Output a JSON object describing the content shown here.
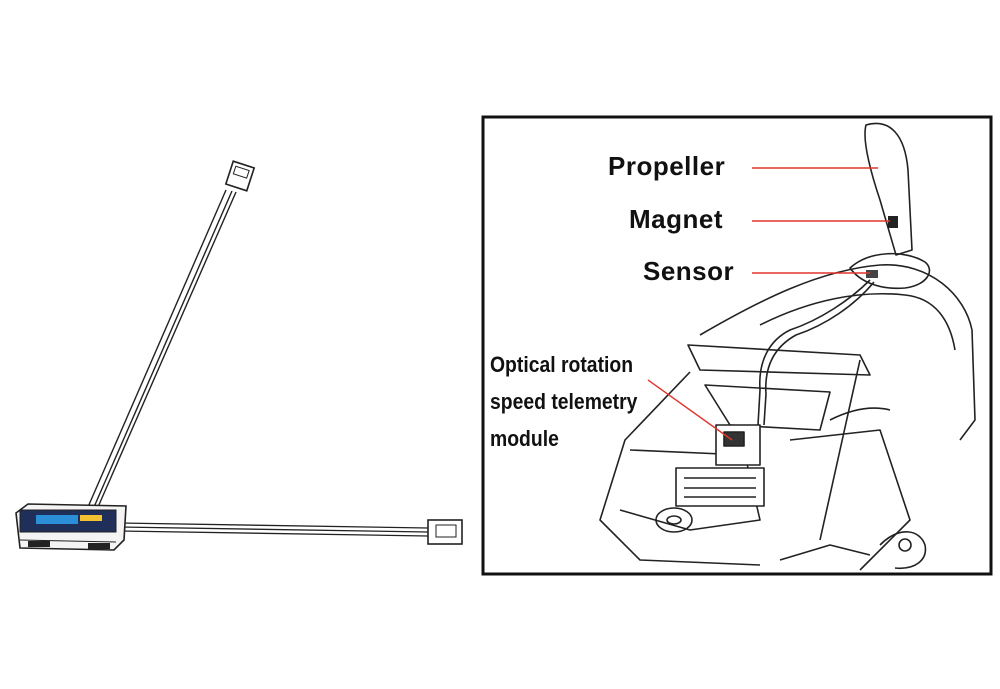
{
  "labels": {
    "propeller": "Propeller",
    "magnet": "Magnet",
    "sensor": "Sensor",
    "module_line1": "Optical rotation",
    "module_line2": "speed telemetry",
    "module_line3": "module"
  },
  "colors": {
    "leader_line": "#e0362c",
    "frame": "#111111",
    "module_label": "#1e86c8"
  }
}
